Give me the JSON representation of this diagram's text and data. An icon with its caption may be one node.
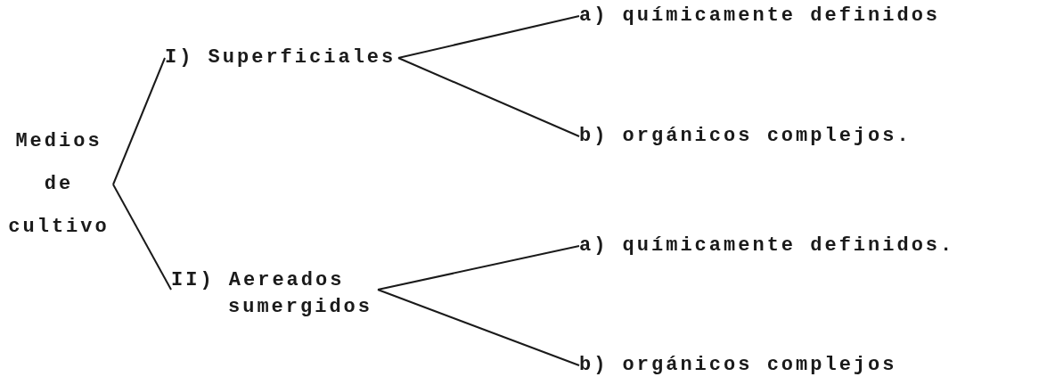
{
  "diagram": {
    "nodes": [
      {
        "text": [
          "Medios de cultivo"
        ]
      },
      {
        "text": [
          "I) Superficiales"
        ]
      },
      {
        "text": [
          "II) Aereados sumergidos"
        ]
      },
      {
        "text": [
          "a) químicamente definidos"
        ]
      },
      {
        "text": [
          "b) orgánicos complejos."
        ]
      },
      {
        "text": [
          "a) químicamente definidos."
        ]
      },
      {
        "text": [
          "b) orgánicos complejos"
        ]
      }
    ],
    "edges": [
      {
        "from": 0,
        "to": 1,
        "arrow": "none"
      },
      {
        "from": 0,
        "to": 2,
        "arrow": "none"
      },
      {
        "from": 1,
        "to": 3,
        "arrow": "none"
      },
      {
        "from": 1,
        "to": 4,
        "arrow": "none"
      },
      {
        "from": 2,
        "to": 5,
        "arrow": "none"
      },
      {
        "from": 2,
        "to": 6,
        "arrow": "none"
      }
    ]
  }
}
